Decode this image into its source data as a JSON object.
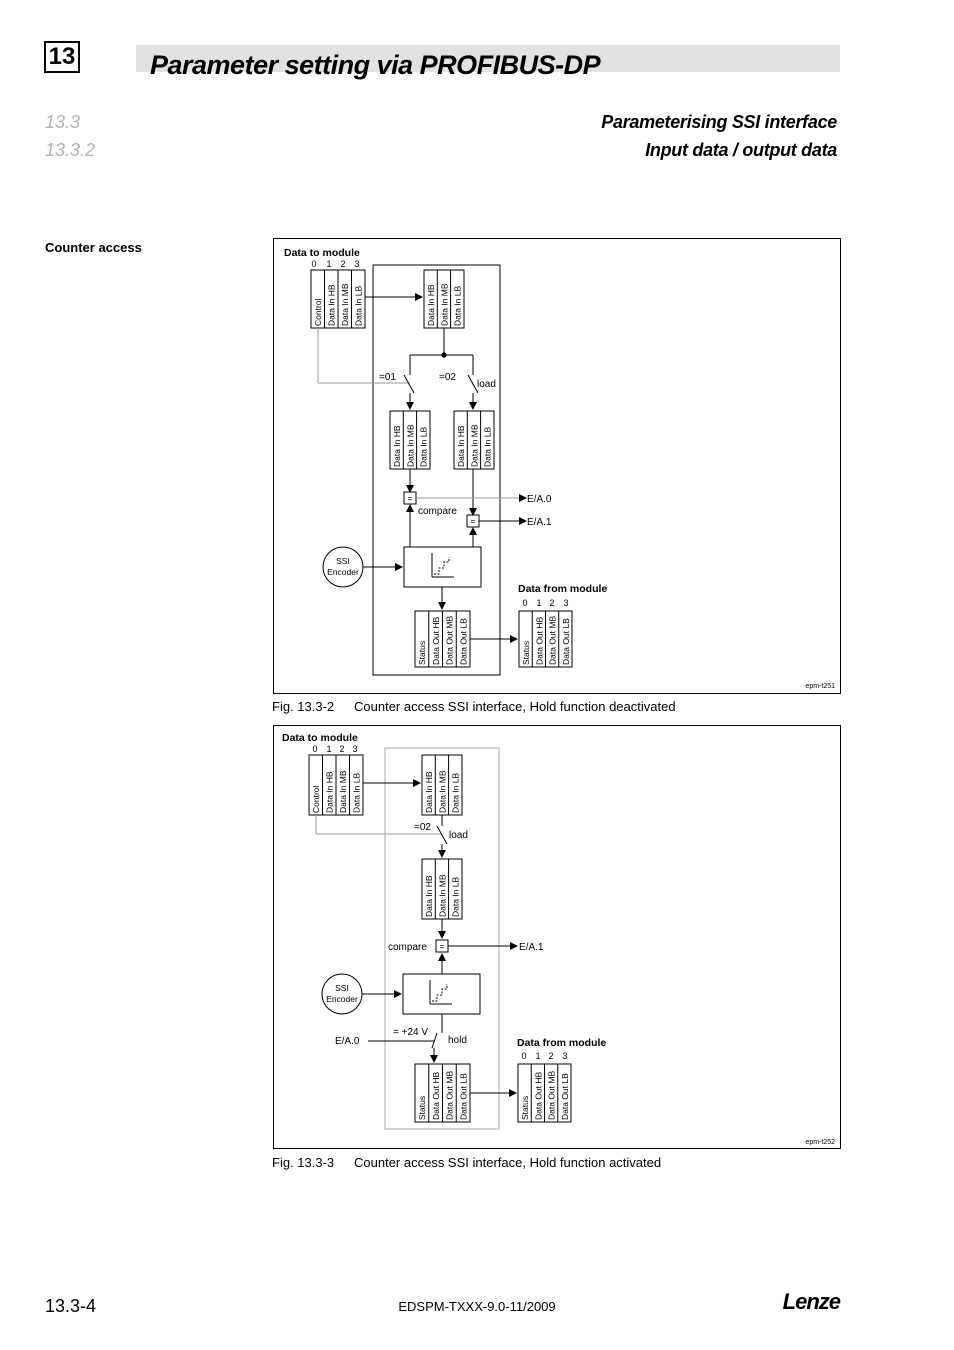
{
  "header": {
    "chapter": "13",
    "title": "Parameter setting via PROFIBUS-DP",
    "sections": [
      {
        "number": "13.3",
        "title": "Parameterising SSI interface"
      },
      {
        "number": "13.3.2",
        "title": "Input data / output data"
      }
    ]
  },
  "side_label": "Counter access",
  "figure1": {
    "heading_in": "Data to module",
    "heading_out": "Data from module",
    "indices": [
      "0",
      "1",
      "2",
      "3"
    ],
    "in_fields": [
      "Control",
      "Data In HB",
      "Data In MB",
      "Data In LB"
    ],
    "reg_fields": [
      "Data In HB",
      "Data In MB",
      "Data In LB"
    ],
    "out_fields": [
      "Status",
      "Data Out HB",
      "Data Out MB",
      "Data Out LB"
    ],
    "switch_01": "=01",
    "switch_02": "=02",
    "load": "load",
    "compare": "compare",
    "eq": "=",
    "ea0": "E/A.0",
    "ea1": "E/A.1",
    "encoder": [
      "SSI",
      "Encoder"
    ],
    "code": "epm-t251",
    "caption_num": "Fig. 13.3-2",
    "caption_text": "Counter access SSI interface, Hold function deactivated"
  },
  "figure2": {
    "heading_in": "Data to module",
    "heading_out": "Data from module",
    "indices": [
      "0",
      "1",
      "2",
      "3"
    ],
    "in_fields": [
      "Control",
      "Data In HB",
      "Data In MB",
      "Data In LB"
    ],
    "reg_fields": [
      "Data In HB",
      "Data In MB",
      "Data In LB"
    ],
    "out_fields": [
      "Status",
      "Data Out HB",
      "Data Out MB",
      "Data Out LB"
    ],
    "switch_02": "=02",
    "load": "load",
    "compare": "compare",
    "eq": "=",
    "ea0": "E/A.0",
    "ea1": "E/A.1",
    "v24": "= +24 V",
    "hold": "hold",
    "encoder": [
      "SSI",
      "Encoder"
    ],
    "code": "epm-t252",
    "caption_num": "Fig. 13.3-3",
    "caption_text": "Counter access SSI interface, Hold function activated"
  },
  "footer": {
    "page": "13.3-4",
    "doc": "EDSPM-TXXX-9.0-11/2009",
    "brand": "Lenze"
  }
}
